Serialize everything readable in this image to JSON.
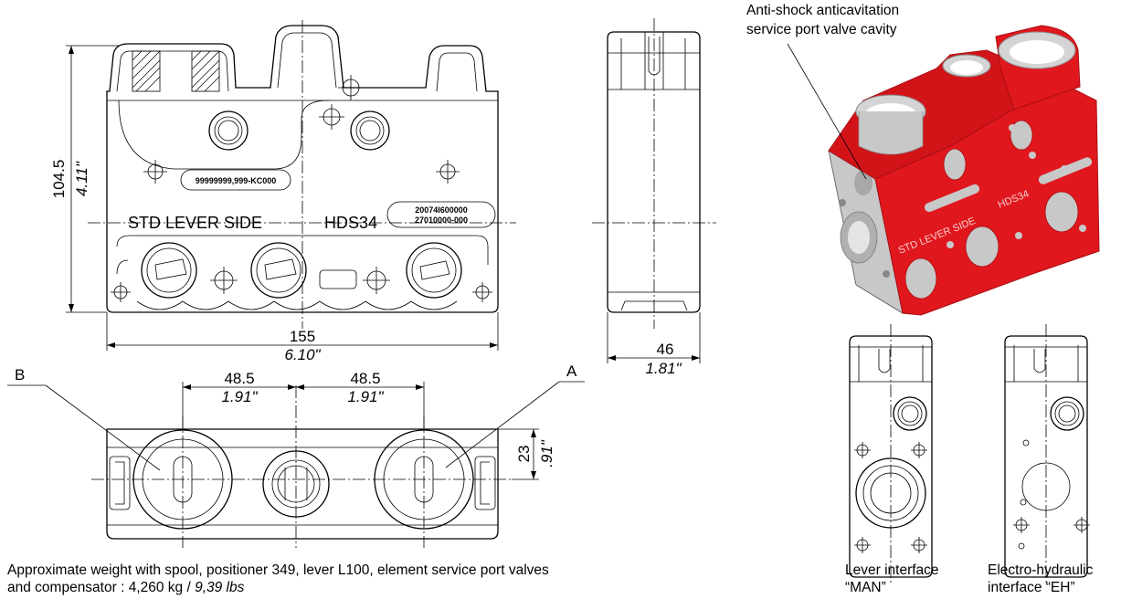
{
  "callouts": {
    "cavity_line1": "Anti-shock anticavitation",
    "cavity_line2": "service port valve cavity",
    "label_b": "B",
    "label_a": "A"
  },
  "dimensions": {
    "height_mm": "104.5",
    "height_in": "4.11\"",
    "width_mm": "155",
    "width_in": "6.10\"",
    "depth_mm": "46",
    "depth_in": "1.81\"",
    "pitch_left_mm": "48.5",
    "pitch_left_in": "1.91\"",
    "pitch_right_mm": "48.5",
    "pitch_right_in": "1.91\"",
    "offset_mm": "23",
    "offset_in": ".91\""
  },
  "engraving": {
    "part_number": "99999999,999-KC000",
    "std_lever_side": "STD  LEVER  SIDE",
    "model": "HDS34",
    "code1": "20074I600000",
    "code2": "27010000-000",
    "iso_model": "HDS34",
    "iso_lever": "STD  LEVER  SIDE"
  },
  "weight_note": {
    "line1": "Approximate weight with spool, positioner 349, lever L100, element service port  valves",
    "line2_prefix": "and compensator :  4,260 kg / ",
    "line2_imperial": "9,39 lbs"
  },
  "interfaces": {
    "man_line1": "Lever interface",
    "man_line2": "“MAN”",
    "eh_line1": "Electro-hydraulic",
    "eh_line2": "interface “EH”"
  },
  "colors": {
    "body_red": "#e1171e",
    "body_red_dark": "#a80f14",
    "machined_gray": "#c8c8c8"
  }
}
